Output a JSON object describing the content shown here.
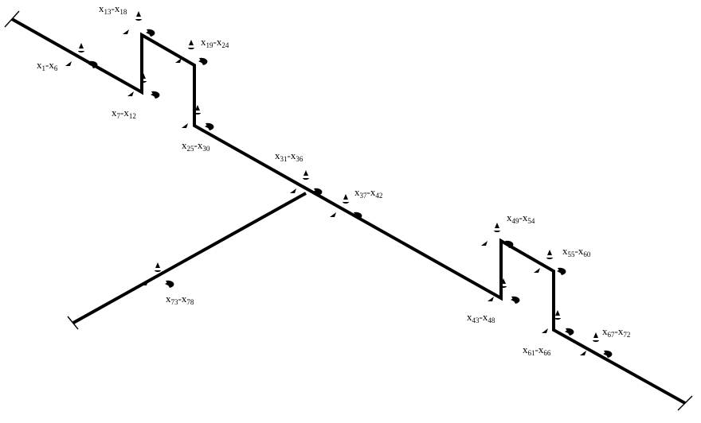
{
  "nodes": [
    {
      "id": "n1",
      "label": {
        "a": "x",
        "a_sub": "1",
        "b": "x",
        "b_sub": "6"
      }
    },
    {
      "id": "n2",
      "label": {
        "a": "x",
        "a_sub": "7",
        "b": "x",
        "b_sub": "12"
      }
    },
    {
      "id": "n3",
      "label": {
        "a": "x",
        "a_sub": "13",
        "b": "x",
        "b_sub": "18"
      }
    },
    {
      "id": "n4",
      "label": {
        "a": "x",
        "a_sub": "19",
        "b": "x",
        "b_sub": "24"
      }
    },
    {
      "id": "n5",
      "label": {
        "a": "x",
        "a_sub": "25",
        "b": "x",
        "b_sub": "30"
      }
    },
    {
      "id": "n6",
      "label": {
        "a": "x",
        "a_sub": "31",
        "b": "x",
        "b_sub": "36"
      }
    },
    {
      "id": "n7",
      "label": {
        "a": "x",
        "a_sub": "37",
        "b": "x",
        "b_sub": "42"
      }
    },
    {
      "id": "n8",
      "label": {
        "a": "x",
        "a_sub": "43",
        "b": "x",
        "b_sub": "48"
      }
    },
    {
      "id": "n9",
      "label": {
        "a": "x",
        "a_sub": "49",
        "b": "x",
        "b_sub": "54"
      }
    },
    {
      "id": "n10",
      "label": {
        "a": "x",
        "a_sub": "55",
        "b": "x",
        "b_sub": "60"
      }
    },
    {
      "id": "n11",
      "label": {
        "a": "x",
        "a_sub": "61",
        "b": "x",
        "b_sub": "66"
      }
    },
    {
      "id": "n12",
      "label": {
        "a": "x",
        "a_sub": "67",
        "b": "x",
        "b_sub": "72"
      }
    },
    {
      "id": "n13",
      "label": {
        "a": "x",
        "a_sub": "73",
        "b": "x",
        "b_sub": "78"
      }
    }
  ]
}
